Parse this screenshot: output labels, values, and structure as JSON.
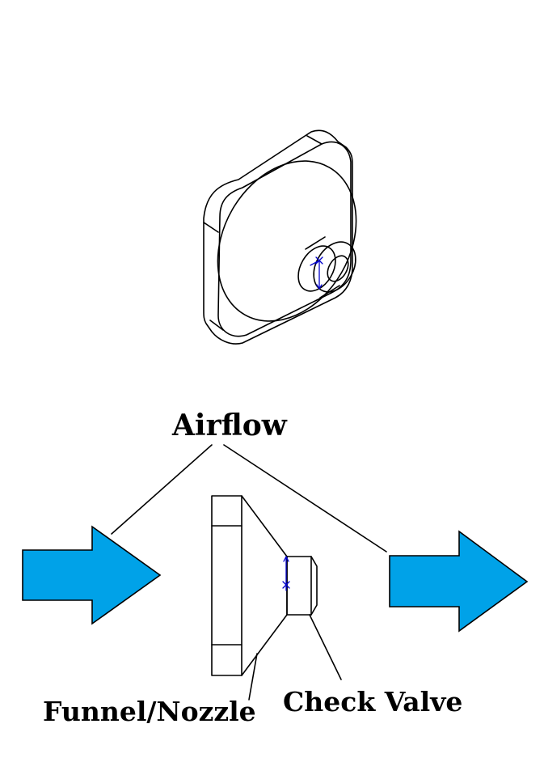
{
  "labels": {
    "airflow": "Airflow",
    "funnel_nozzle": "Funnel/Nozzle",
    "check_valve": "Check Valve"
  },
  "colors": {
    "arrow_fill": "#00A2E8",
    "outline": "#000000",
    "sketch_marker": "#0000CC",
    "background": "#FFFFFF"
  }
}
